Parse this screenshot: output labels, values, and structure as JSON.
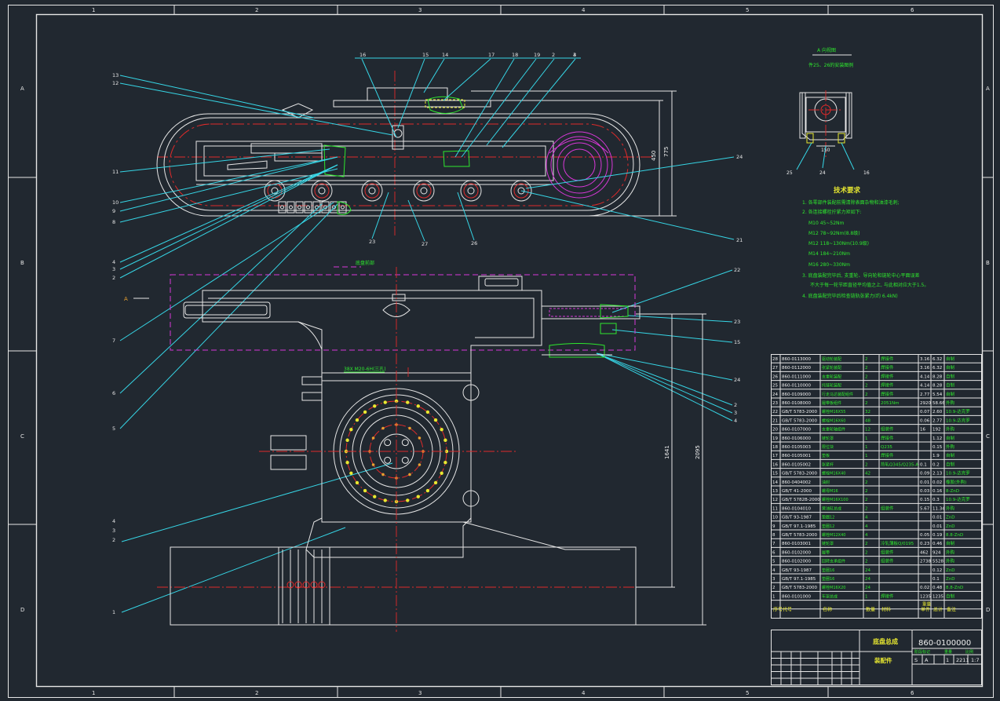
{
  "border": {
    "columns": [
      "1",
      "2",
      "3",
      "4",
      "5",
      "6"
    ],
    "rows": [
      "A",
      "B",
      "C",
      "D"
    ]
  },
  "plan_view": {
    "balloons_top": [
      "16",
      "15",
      "14",
      "17",
      "18",
      "19",
      "2",
      "3",
      "4"
    ],
    "balloons_left": [
      "13",
      "12",
      "11",
      "10",
      "9",
      "8",
      "4",
      "3",
      "2",
      "7",
      "6",
      "5"
    ],
    "balloons_bottom": [
      "23",
      "27",
      "26"
    ],
    "balloons_right": [
      "24",
      "21"
    ],
    "dimensions": [
      "450",
      "775"
    ]
  },
  "elevation_view": {
    "balloons_left": [
      "A",
      "4",
      "3",
      "2",
      "1"
    ],
    "balloons_right": [
      "22",
      "23",
      "15",
      "24",
      "2",
      "3",
      "4"
    ],
    "dimensions": [
      "1641",
      "2095"
    ],
    "labels": [
      "底盘前部",
      "38X M20-6H(三孔)"
    ]
  },
  "detail_view": {
    "title": "A 向视图",
    "subtitle": "件25、26的安装图例",
    "dimension": "150",
    "balloons": [
      "25",
      "24",
      "16"
    ]
  },
  "tech_requirements": {
    "title": "技术要求",
    "lines": [
      "1. 各零部件装配前需清除表面杂物和油漆毛刺;",
      "2. 各连接螺栓拧紧力矩如下:",
      "M10   45~52Nm",
      "M12   78~92Nm(8.8级)",
      "M12   118~130Nm(10.9级)",
      "M14   184~210Nm",
      "M16   280~330Nm",
      "3. 底盘装配完毕后, 支重轮、导向轮和链轮中心平面误差",
      "不大于每一轮节距直径平均值之上, 与此相对应大于1.5。",
      "4. 底盘装配完毕后检查链轨张紧力(约 6.4kN)"
    ]
  },
  "bom": {
    "rows": [
      [
        "28",
        "860-0113000",
        "驱动轮装配",
        "2",
        "焊接件",
        "3.16",
        "6.32",
        "自制"
      ],
      [
        "27",
        "860-0112000",
        "张紧轮装配",
        "2",
        "焊接件",
        "3.16",
        "6.32",
        "自制"
      ],
      [
        "26",
        "860-0111000",
        "支重轮装配",
        "2",
        "焊接件",
        "4.14",
        "8.28",
        "自制"
      ],
      [
        "25",
        "860-0110000",
        "托链轮装配",
        "2",
        "焊接件",
        "4.14",
        "8.28",
        "自制"
      ],
      [
        "24",
        "860-0109000",
        "行走马达装配组件",
        "2",
        "焊接件",
        "2.77",
        "5.54",
        "自制"
      ],
      [
        "23",
        "860-0108000",
        "履带板组件",
        "2",
        "2051Nm",
        "2920",
        "58.66",
        "外购"
      ],
      [
        "22",
        "GB/T 5783-2000",
        "螺栓M16X55",
        "32",
        "",
        "0.07",
        "2.60",
        "10.9-达克罗"
      ],
      [
        "21",
        "GB/T 5783-2000",
        "螺栓M16X60",
        "48",
        "",
        "0.06",
        "2.77",
        "10.9-达克罗"
      ],
      [
        "20",
        "860-0107000",
        "支重轮轴组件",
        "12",
        "组装件",
        "16",
        "192",
        "外购"
      ],
      [
        "19",
        "860-0106000",
        "链轮罩",
        "1",
        "焊接件",
        "",
        "1.12",
        "自制"
      ],
      [
        "18",
        "860-0105003",
        "限位块",
        "1",
        "Q235",
        "",
        "0.15",
        "外购"
      ],
      [
        "17",
        "860-0105001",
        "垫板",
        "1",
        "焊接件",
        "",
        "1.9",
        "自制"
      ],
      [
        "16",
        "860-0105002",
        "张紧杆",
        "2",
        "热轧Q345/Q235-A",
        "0.1",
        "0.2",
        "自制"
      ],
      [
        "15",
        "GB/T 5783-2000",
        "螺栓M16X40",
        "42",
        "",
        "0.09",
        "2.13",
        "10.9-达克罗"
      ],
      [
        "14",
        "860-0404002",
        "油封",
        "2",
        "",
        "0.01",
        "0.02",
        "橡胶(外购)"
      ],
      [
        "13",
        "GB/T 41-2000",
        "螺母M16",
        "2",
        "",
        "0.03",
        "0.16",
        "8-ZnD"
      ],
      [
        "12",
        "GB/T 5782B-2000",
        "螺栓M16X100",
        "2",
        "",
        "0.15",
        "0.3",
        "10.9-达克罗"
      ],
      [
        "11",
        "860-0104010",
        "黄油缸总成",
        "2",
        "组装件",
        "5.67",
        "11.34",
        "外购"
      ],
      [
        "10",
        "GB/T 93-1987",
        "垫圈12",
        "4",
        "",
        "",
        "0.01",
        "ZnD"
      ],
      [
        "9",
        "GB/T 97.1-1985",
        "垫圈12",
        "4",
        "",
        "",
        "0.01",
        "ZnD"
      ],
      [
        "8",
        "GB/T 5783-2000",
        "螺栓M12X40",
        "4",
        "",
        "0.05",
        "0.19",
        "8.8-ZnD"
      ],
      [
        "7",
        "860-0103001",
        "链轮罩",
        "2",
        "冷轧薄板Q/0195",
        "0.23",
        "0.46",
        "自制"
      ],
      [
        "6",
        "860-0102000",
        "履带",
        "2",
        "组装件",
        "462",
        "924",
        "外购"
      ],
      [
        "5",
        "860-0102000",
        "回转支承组件",
        "2",
        "组装件",
        "2738",
        "5528",
        "外购"
      ],
      [
        "4",
        "GB/T 93-1987",
        "垫圈16",
        "24",
        "",
        "",
        "0.12",
        "ZnD"
      ],
      [
        "3",
        "GB/T 97.1-1985",
        "垫圈16",
        "24",
        "",
        "",
        "0.1",
        "ZnD"
      ],
      [
        "2",
        "GB/T 5783-2000",
        "螺栓M16X20",
        "24",
        "",
        "0.02",
        "0.48",
        "8.8-ZnD"
      ],
      [
        "1",
        "860-0101000",
        "车架总成",
        "1",
        "焊接件",
        "1235",
        "1235",
        "自制"
      ]
    ],
    "header": [
      "序号",
      "代号",
      "名称",
      "数量",
      "材料",
      "单件",
      "总计",
      "备注"
    ],
    "header_sub": "重量"
  },
  "title_block": {
    "drawing_no": "860-0100000",
    "name": "底盘总成",
    "subtitle": "装配件",
    "scale_values": [
      "S",
      "A",
      "1",
      "2211",
      "1:7"
    ],
    "scale_labels": [
      "阶段标记",
      "重量",
      "比例"
    ]
  }
}
